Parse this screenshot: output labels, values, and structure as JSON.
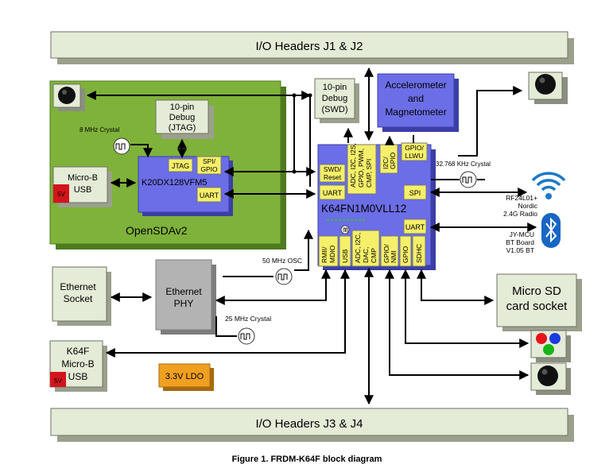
{
  "blocks": {
    "io_top": "I/O Headers J1 & J2",
    "io_bottom": "I/O Headers J3 & J4",
    "opensda": "OpenSDAv2",
    "debug_jtag": [
      "10-pin",
      "Debug",
      "(JTAG)"
    ],
    "debug_swd": [
      "10-pin",
      "Debug",
      "(SWD)"
    ],
    "accel": [
      "Accelerometer",
      "and",
      "Magnetometer"
    ],
    "k20": "K20DX128VFM5",
    "k20_jtag": "JTAG",
    "k20_spi_gpio": [
      "SPI/",
      "GPIO"
    ],
    "k20_uart": "UART",
    "microb": "Micro-B",
    "microb_usb": "USB",
    "fivev": "5V",
    "k64": "K64FN1M0VLL12",
    "k64_swd_reset": [
      "SWD/",
      "Reset"
    ],
    "k64_uart_left": "UART",
    "k64_adc_top": [
      "ADC, I2C, I2S,",
      "GPIO, PWM,",
      "CMP, SPI"
    ],
    "k64_i2c_gpio": [
      "I2C/",
      "GPIO"
    ],
    "k64_gpio_llwu": [
      "GPIO/",
      "LLWU"
    ],
    "k64_spi": "SPI",
    "k64_uart_right": "UART",
    "k64_rmii": [
      "RMII/",
      "MDIO"
    ],
    "k64_usb": "USB",
    "k64_adc_bottom": [
      "ADC, I2C,",
      "DAC,",
      "CMP"
    ],
    "k64_gpio_nmi": [
      "GPIO/",
      "NMI"
    ],
    "k64_gpio": "GPIO",
    "k64_sdhc": "SDHC",
    "eth_socket": [
      "Ethernet",
      "Socket"
    ],
    "eth_phy": [
      "Ethernet",
      "PHY"
    ],
    "k64f_usb": [
      "K64F",
      "Micro-B",
      "USB"
    ],
    "ldo": "3.3V LDO",
    "microsd": [
      "Micro SD",
      "card socket"
    ]
  },
  "labels": {
    "crystal_8mhz": "8 MHz Crystal",
    "crystal_32khz": "32.768 KHz Crystal",
    "osc_50mhz": "50 MHz OSC",
    "crystal_25mhz": "25 MHz Crystal",
    "rf": [
      "RF24L01+",
      "Nordic",
      "2.4G Radio"
    ],
    "bt": [
      "JY-MCU",
      "BT Board",
      "V1.05 BT"
    ]
  },
  "caption": "Figure 1. FRDM-K64F block diagram",
  "colors": {
    "gray_box": "#e4ebd7",
    "green_board": "#7fb23a",
    "blue_chip": "#6b6ee6",
    "yellow_port": "#f5ef6a",
    "phy_gray": "#b3b3b3",
    "ldo_orange": "#f0a020",
    "usb_red": "#d4141c",
    "wifi_blue": "#1a7ac8",
    "bt_blue": "#1866c4"
  },
  "icons": [
    "push-button-icon",
    "crystal-icon",
    "wifi-icon",
    "bluetooth-icon",
    "rgb-led-icon",
    "usb-symbol-icon"
  ]
}
